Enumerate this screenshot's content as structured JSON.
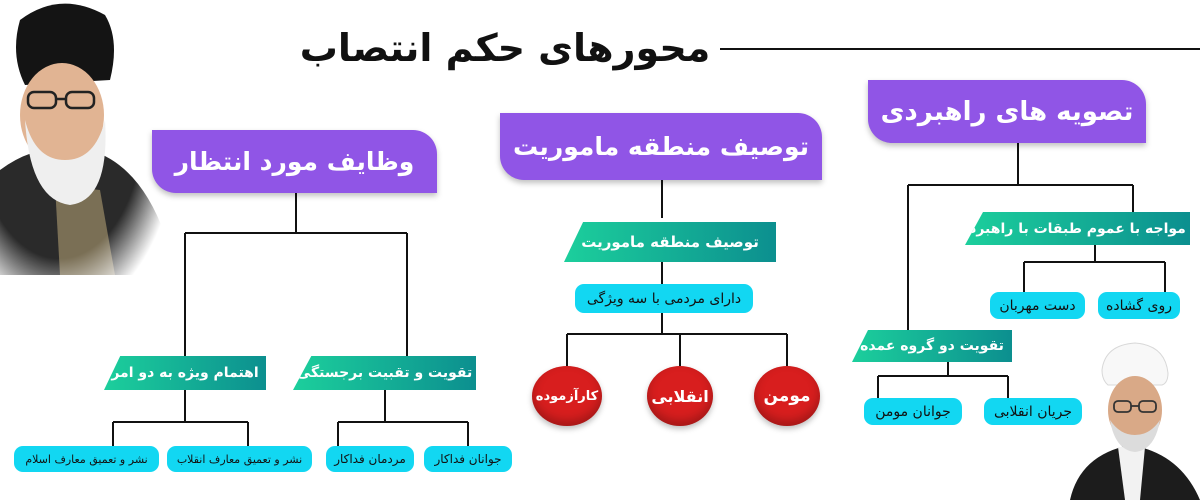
{
  "title": "محورهای حکم انتصاب",
  "colors": {
    "purple": "#9055e6",
    "teal_start": "#1ccf9c",
    "teal_end": "#0c8f8f",
    "cyan": "#12d7f2",
    "red": "#d81e1e",
    "line": "#111111"
  },
  "headings": {
    "strategic": "تصویه های راهبردی",
    "mission": "توصیف منطقه ماموریت",
    "duties": "وظایف مورد انتظار"
  },
  "strategic": {
    "tag_people": "مواجه با عموم طبقات با راهبرد",
    "pill_open_face": "روی گشاده",
    "pill_kind_hand": "دست مهربان",
    "tag_two_groups": "تقویت دو گروه عمده",
    "pill_revolutionary_current": "جریان انقلابی",
    "pill_believer_youth": "جوانان مومن"
  },
  "mission": {
    "tag_desc": "توصیف منطقه ماموریت",
    "pill_traits": "دارای مردمی با سه ویژگی",
    "circle_believer": "مومن",
    "circle_revolutionary": "انقلابی",
    "circle_experienced": "کارآزموده"
  },
  "duties": {
    "tag_elites": "تقویت و تقبیت برجستگی",
    "pill_devoted_youth": "جوانان فداکار",
    "pill_devoted_people": "مردمان فداکار",
    "tag_two_matters": "اهتمام ویژه به دو امر",
    "pill_revolution_knowledge": "نشر و تعمیق معارف انقلاب",
    "pill_islam_knowledge": "نشر و تعمیق معارف اسلام"
  }
}
